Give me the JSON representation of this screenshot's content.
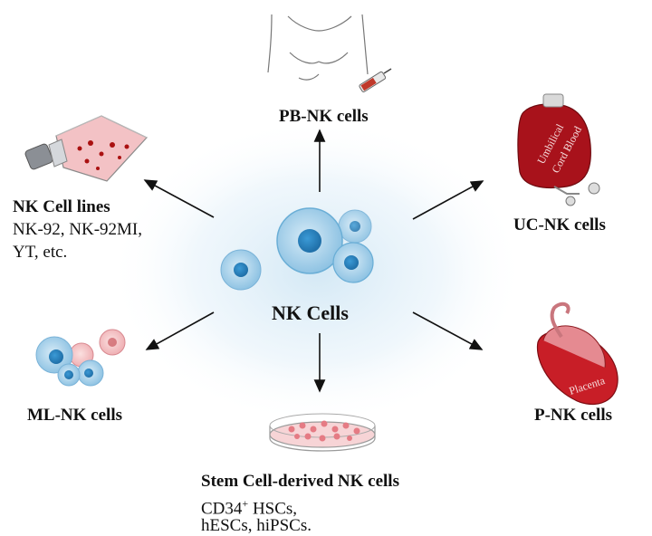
{
  "center": {
    "title": "NK Cells"
  },
  "sources": {
    "pb": {
      "title": "PB-NK cells"
    },
    "cell_lines": {
      "title": "NK Cell lines",
      "line1": "NK-92, NK-92MI,",
      "line2": "YT, etc."
    },
    "uc": {
      "title": "UC-NK cells",
      "bag_text_1": "Umbilical",
      "bag_text_2": "Cord Blood"
    },
    "ml": {
      "title": "ML-NK cells"
    },
    "placenta": {
      "title": "P-NK cells",
      "organ_text": "Placenta"
    },
    "stem": {
      "title": "Stem Cell-derived NK cells",
      "line1_prefix": "CD34",
      "line1_sup": "+",
      "line1_suffix": " HSCs,",
      "line2": "hESCs, hiPSCs."
    }
  },
  "colors": {
    "cell_blue": "#6aaed6",
    "nucleus_blue": "#2e86c1",
    "blood_red": "#b0121b",
    "tissue_pink": "#e8a3a8",
    "arrow": "#111111"
  }
}
